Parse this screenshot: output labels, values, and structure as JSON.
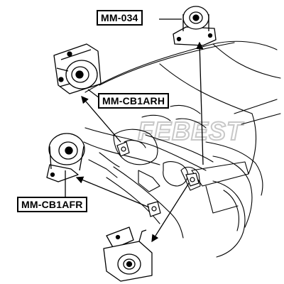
{
  "labels": {
    "mm_034": "MM-034",
    "mm_cb1arh": "MM-CB1ARH",
    "mm_cb1afr": "MM-CB1AFR"
  },
  "watermark": "FEBEST",
  "colors": {
    "line": "#000000",
    "watermark": "#c8c8c8",
    "background": "#ffffff"
  }
}
